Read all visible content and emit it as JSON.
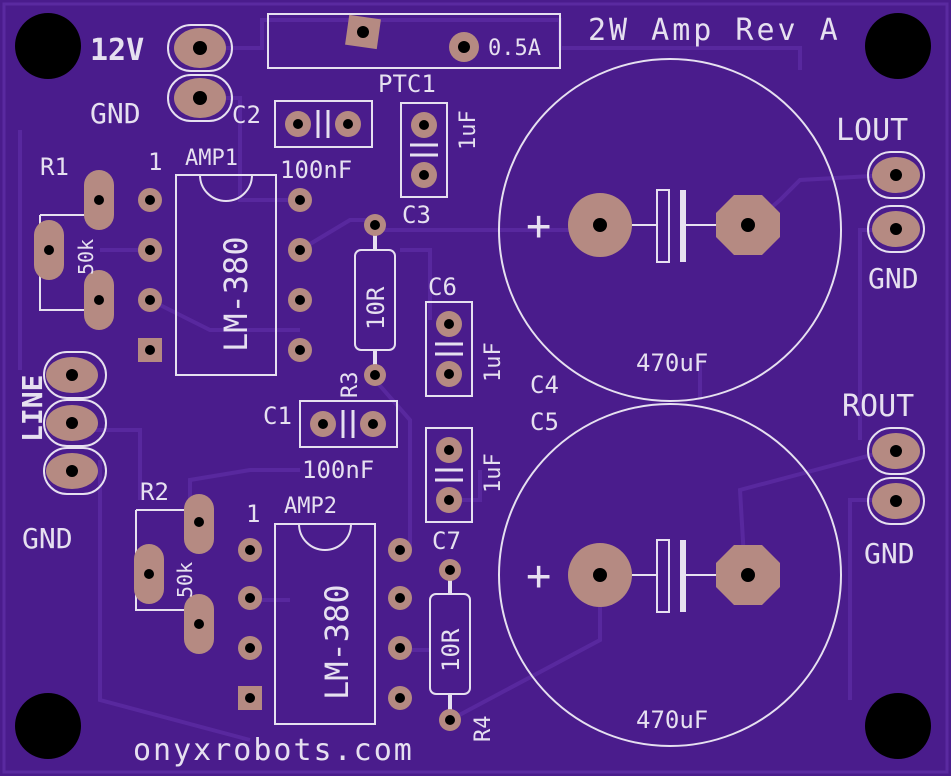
{
  "board": {
    "title": "2W Amp Rev A",
    "footer": "onyxrobots.com",
    "colors": {
      "pcb": "#4a1c8c",
      "trace": "#5a2aa0",
      "silk": "#e6e0f0",
      "pad": "#b58a82",
      "hole": "#000000"
    }
  },
  "labels": {
    "v12": "12V",
    "gnd_power": "GND",
    "fuse_rating": "0.5A",
    "ptc1": "PTC1",
    "c2": "C2",
    "c2_value": "100nF",
    "c3": "C3",
    "c3_value": "1uF",
    "r1": "R1",
    "r1_value": "50k",
    "amp1": "AMP1",
    "amp1_pin1": "1",
    "amp1_chip": "LM-380",
    "r3": "R3",
    "r3_value": "10R",
    "c6": "C6",
    "c6_value": "1uF",
    "c4": "C4",
    "c4_value": "470uF",
    "c4_plus": "+",
    "lout": "LOUT",
    "gnd_lout": "GND",
    "line": "LINE",
    "gnd_line": "GND",
    "c1": "C1",
    "c1_value": "100nF",
    "c7": "C7",
    "c7_value": "1uF",
    "r2": "R2",
    "r2_value": "50k",
    "amp2": "AMP2",
    "amp2_pin1": "1",
    "amp2_chip": "LM-380",
    "r4": "R4",
    "r4_value": "10R",
    "c5": "C5",
    "c5_value": "470uF",
    "c5_plus": "+",
    "rout": "ROUT",
    "gnd_rout": "GND"
  }
}
